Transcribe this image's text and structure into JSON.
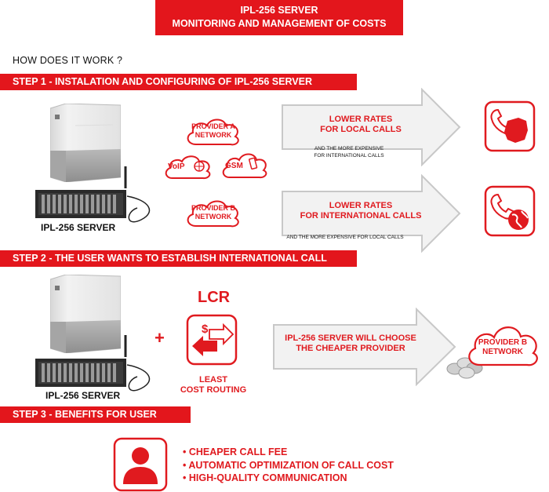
{
  "header": {
    "line1": "IPL-256 SERVER",
    "line2": "MONITORING AND MANAGEMENT OF COSTS"
  },
  "how_it_works": "HOW DOES IT WORK ?",
  "step1": {
    "title": "STEP 1 - INSTALATION AND CONFIGURING OF IPL-256 SERVER",
    "server_label": "IPL-256 SERVER",
    "provider_a": "PROVIDER A NETWORK",
    "provider_b": "PROVIDER B NETWORK",
    "voip": "VoIP",
    "gsm": "GSM",
    "arrow1_line1": "LOWER RATES",
    "arrow1_line2": "FOR LOCAL CALLS",
    "arrow1_note_line1": "AND THE MORE EXPENSIVE",
    "arrow1_note_line2": "FOR INTERNATIONAL CALLS",
    "arrow2_line1": "LOWER RATES",
    "arrow2_line2": "FOR INTERNATIONAL CALLS",
    "arrow2_note": "AND THE MORE EXPENSIVE FOR LOCAL CALLS"
  },
  "step2": {
    "title": "STEP 2 - THE USER WANTS TO  ESTABLISH INTERNATIONAL CALL",
    "server_label": "IPL-256 SERVER",
    "plus": "+",
    "lcr": "LCR",
    "lcr_caption_line1": "LEAST",
    "lcr_caption_line2": "COST ROUTING",
    "arrow_line1": "IPL-256 SERVER WILL CHOOSE",
    "arrow_line2": "THE CHEAPER PROVIDER",
    "provider_b": "PROVIDER B NETWORK"
  },
  "step3": {
    "title": "STEP 3 - BENEFITS FOR USER",
    "benefits": [
      "CHEAPER CALL FEE",
      "AUTOMATIC OPTIMIZATION OF CALL COST",
      "HIGH-QUALITY COMMUNICATION"
    ]
  },
  "colors": {
    "accent": "#e3161c",
    "arrow_fill": "#f2f2f2",
    "arrow_stroke": "#c8c8c8"
  }
}
